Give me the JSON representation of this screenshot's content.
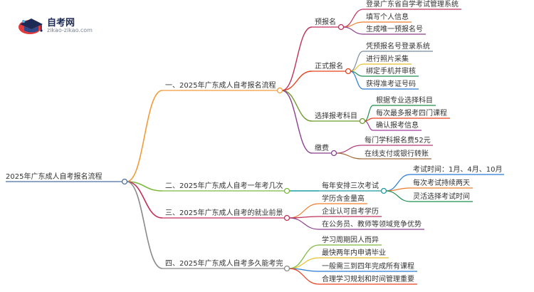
{
  "logo": {
    "title": "自考网",
    "url": "zikao-zikao.com"
  },
  "mindmap": {
    "root": "2025年广东成人自考报名流程",
    "branches": [
      {
        "label": "一、2025年广东成人自考报名流程",
        "color": "#f39a3a",
        "children": [
          {
            "label": "预报名",
            "color": "#c2305a",
            "children": [
              {
                "label": "登录广东省自学考试管理系统",
                "color": "#c2305a"
              },
              {
                "label": "填写个人信息",
                "color": "#f07d2c"
              },
              {
                "label": "生成唯一预报名号",
                "color": "#8b3f8f"
              }
            ]
          },
          {
            "label": "正式报名",
            "color": "#e8401e",
            "children": [
              {
                "label": "凭预报名号登录系统",
                "color": "#7a8a9a"
              },
              {
                "label": "进行照片采集",
                "color": "#e8c12a"
              },
              {
                "label": "绑定手机并审核",
                "color": "#1e8f4e"
              },
              {
                "label": "获得准考证号码",
                "color": "#2a7bd4"
              }
            ]
          },
          {
            "label": "选择报考科目",
            "color": "#6c9a2a",
            "children": [
              {
                "label": "根据专业选择科目",
                "color": "#1e8f4e"
              },
              {
                "label": "每次最多报考四门课程",
                "color": "#e8401e"
              },
              {
                "label": "确认报考信息",
                "color": "#a23a9e"
              }
            ]
          },
          {
            "label": "缴费",
            "color": "#8b3f8f",
            "children": [
              {
                "label": "每门学科报名费52元",
                "color": "#b23a7a"
              },
              {
                "label": "在线支付或银行转账",
                "color": "#a06a3a"
              }
            ]
          }
        ]
      },
      {
        "label": "二、2025年广东成人自考一年考几次",
        "color": "#7cb93a",
        "children": [
          {
            "label": "每年安排三次考试",
            "color": "#1e9aa0",
            "children": [
              {
                "label": "考试时间：1月、4月、10月",
                "color": "#2a7bd4"
              },
              {
                "label": "每次考试持续两天",
                "color": "#f07d2c"
              },
              {
                "label": "灵活选择考试时间",
                "color": "#1e8f4e"
              }
            ]
          }
        ]
      },
      {
        "label": "三、2025年广东成人自考的就业前景",
        "color": "#c2305a",
        "children": [
          {
            "label": "学历含金量高",
            "color": "#f07d2c"
          },
          {
            "label": "企业认可自考学历",
            "color": "#c2305a"
          },
          {
            "label": "在公务员、教师等领域竞争优势",
            "color": "#8b3f8f"
          }
        ]
      },
      {
        "label": "四、2025年广东成人自考多久能考完",
        "color": "#8a8a8a",
        "children": [
          {
            "label": "学习周期因人而异",
            "color": "#7cb93a"
          },
          {
            "label": "最快两年内申请毕业",
            "color": "#e8c12a"
          },
          {
            "label": "一般需三到四年完成所有课程",
            "color": "#2a7bd4"
          },
          {
            "label": "合理学习规划和时间管理重要",
            "color": "#e8401e"
          }
        ]
      }
    ]
  }
}
